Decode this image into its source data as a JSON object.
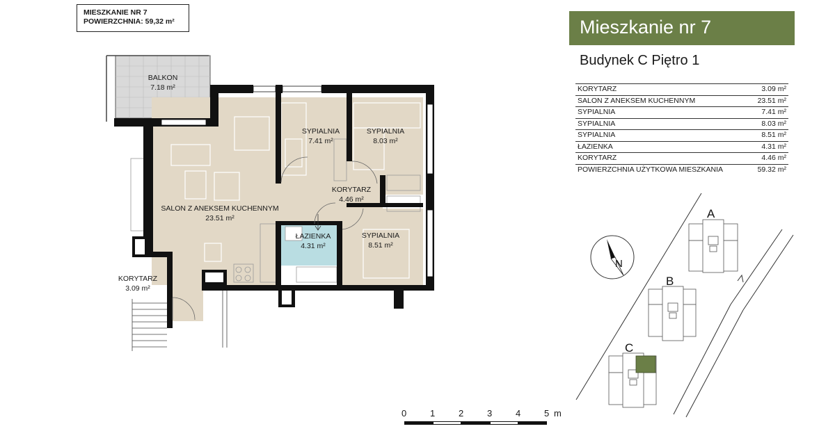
{
  "info": {
    "line1": "MIESZKANIE NR 7",
    "line2": "POWIERZCHNIA: 59,32 m²"
  },
  "header": {
    "title": "Mieszkanie nr 7",
    "subtitle": "Budynek C Piętro 1"
  },
  "area_table": [
    {
      "name": "KORYTARZ",
      "area": "3.09 m²"
    },
    {
      "name": "SALON Z ANEKSEM KUCHENNYM",
      "area": "23.51 m²"
    },
    {
      "name": "SYPIALNIA",
      "area": "7.41 m²"
    },
    {
      "name": "SYPIALNIA",
      "area": "8.03 m²"
    },
    {
      "name": "SYPIALNIA",
      "area": "8.51 m²"
    },
    {
      "name": "ŁAZIENKA",
      "area": "4.31 m²"
    },
    {
      "name": "KORYTARZ",
      "area": "4.46 m²"
    },
    {
      "name": "POWIERZCHNIA UŻYTKOWA MIESZKANIA",
      "area": "59.32 m²"
    }
  ],
  "plan": {
    "balkon": {
      "name": "BALKON",
      "area": "7.18 m²"
    },
    "salon": {
      "name": "SALON Z ANEKSEM KUCHENNYM",
      "area": "23.51 m²"
    },
    "sypialnia1": {
      "name": "SYPIALNIA",
      "area": "7.41 m²"
    },
    "sypialnia2": {
      "name": "SYPIALNIA",
      "area": "8.03 m²"
    },
    "sypialnia3": {
      "name": "SYPIALNIA",
      "area": "8.51 m²"
    },
    "korytarz_in": {
      "name": "KORYTARZ",
      "area": "4.46 m²"
    },
    "lazienka": {
      "name": "ŁAZIENKA",
      "area": "4.31 m²"
    },
    "korytarz_out": {
      "name": "KORYTARZ",
      "area": "3.09 m²"
    }
  },
  "scale": {
    "ticks": [
      "0",
      "1",
      "2",
      "3",
      "4",
      "5"
    ],
    "unit": "m"
  },
  "site": {
    "buildings": [
      "A",
      "B",
      "C"
    ],
    "compass": "N"
  },
  "colors": {
    "accent": "#6b7f47",
    "floor": "#e2d8c6",
    "bath": "#b9dde2",
    "wall": "#111111"
  }
}
